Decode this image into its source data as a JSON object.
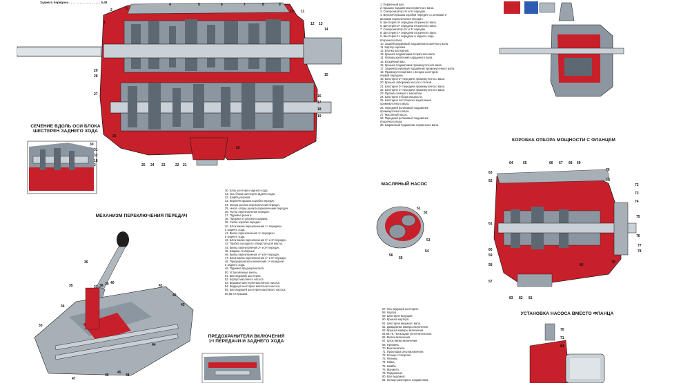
{
  "top_left_note": "Заднего передачи  . . . . . . . . . . . . . . . . . . 5,48",
  "captions": {
    "reverse_section": "СЕЧЕНИЕ ВДОЛЬ ОСИ БЛОКА ШЕСТЕРЕН ЗАДНЕГО ХОДА",
    "shift_mechanism": "МЕХАНИЗМ ПЕРЕКЛЮЧЕНИЯ ПЕРЕДАЧ",
    "safety_title": "ПРЕДОХРАНИТЕЛИ ВКЛЮЧЕНИЯ",
    "safety_subtitle": "1ᵒʲ ПЕРЕДАЧИ И ЗАДНЕГО ХОДА",
    "oil_pump": "МАСЛЯНЫЙ НАСОС",
    "pto_flange": "КОРОБКА ОТБОРА МОЩНОСТИ С ФЛАНЦЕМ",
    "pump_install": "УСТАНОВКА НАСОСА ВМЕСТО ФЛАНЦА"
  },
  "legend_1": [
    "1. Первичный вал.",
    "2. Крышка подшипника первичного вала.",
    "3. Синхронизатор 4ᵒʲ и 5ᵒʲ передач.",
    "4. Верхняя крышка коробки передач со штоками и",
    "   вилками переключения передач.",
    "5. Шестерня 3ᵒʲ передачи вторичного вала.",
    "6. Шестерня 2ᵒʲ передачи вторичного вала.",
    "7. Синхронизатор 2ᵒʲ и 3ᵒʲ передач.",
    "8. Шестерня 1ᵒʲ передачи вторичного вала.",
    "9. Шестерня 1ᵒʲ передачи и заднего хода",
    "   вторичного вала.",
    "10. Задний шариковый подшипник вторичного вала.",
    "11. Картер коробки.",
    "12. Втулка распорная.",
    "13. Крышка подшипника вторичного вала.",
    "14. Фланец крепления карданного вала.",
    "15. Вторичный вал.",
    "16. Крышка подшипника промежуточного вала.",
    "17. Задний роликовый подшипник промежуточного вала.",
    "18. Промежуточный вал с венцом шестерни",
    "    первой передачи.",
    "19. Шестерня 2ᵒʲ передачи промежуточного вала.",
    "20. Крышка заборника насоса с сеткой.",
    "21. Шестерня 3ᵒʲ передачи промежуточного вала.",
    "22. Шестерня 4ᵒʲ передачи промежуточного вала.",
    "23. Пробка сливная с магнитом.",
    "24. Шестерня отбора мощности.",
    "25. Шестерня постоянного зацепления",
    "    промежуточного вала.",
    "26. Передний роликовый подшипник",
    "    промежуточного вала.",
    "27. Масляный насос.",
    "28. Передний роликовый подшипник",
    "    вторичного вала.",
    "29. Шариковый подшипник первичного вала."
  ],
  "legend_2": [
    "30. Блок шестерен заднего хода.",
    "31. Ось блока шестерен заднего хода.",
    "32. Шайба упорная.",
    "33. Верхняя крышка коробки передач.",
    "34. Опора рычага переключения передач.",
    "35. Чехол опоры рычага переключения передач.",
    "36. Рычаг переключения передач.",
    "37. Пружина рычага.",
    "38. Пружина стопорного шарика.",
    "39. Скоба коробки передач.",
    "40. Шток вилки переключения 1ᵒʲ передачи",
    "    и заднего хода.",
    "41. Вилка переключения 1ᵒʲ передачи",
    "    и заднего хода.",
    "42. Шток вилки переключения 2ᵒʲ и 3ᵒʲ передач.",
    "43. Пробка холодного отверстия для масла.",
    "44. Вилка переключения 2ᵒʲ и 3ᵒʲ передач.",
    "45. Шарики стопорные.",
    "46. Вилка переключения 4ᵒʲ и 5ᵒʲ передач.",
    "47. Шток вилки переключения 4ᵒʲ и 5ᵒʲ передач.",
    "48. Предохранители включения 1ᵒʲ передачи",
    "    и заднего хода.",
    "49. Пружина предохранителя.",
    "50. Установочные винты.",
    "51. Вал ведомой шестерни.",
    "52. Корпус масляного насоса.",
    "53. Ведомая шестерня масляного насоса.",
    "54. Ведущая шестерня масляного насоса.",
    "55. Вал ведущей шестерни масляного насоса.",
    "56,65,73.Крышки."
  ],
  "legend_3": [
    "57. Ось ведущей шестерни.",
    "58. Картер.",
    "59. Шестерня ведущая.",
    "60. Крышка картера.",
    "61. Шестерня ведомого вала.",
    "62. Диафрагма камеры включения.",
    "63. Крышка камеры включения.",
    "64,69,78. Прокладки уплотнительные.",
    "65. Вилка включения.",
    "67. Шток вилки включения.",
    "68. Пружина.",
    "70. Выключатель.",
    "71. Прокладка регулировочная.",
    "72. Кольцо стопорное.",
    "73. Фланец.",
    "74. Гайка.",
    "75. Шайба.",
    "76. Манжета.",
    "79. Подшипник.",
    "80. Вал ведомый.",
    "81. Кольцо распорное подшипника."
  ],
  "part_numbers": {
    "main": [
      "2",
      "3",
      "4",
      "5",
      "6",
      "7",
      "8",
      "9",
      "10",
      "11",
      "12",
      "13",
      "14",
      "15",
      "16",
      "17",
      "18",
      "19",
      "20",
      "21",
      "22",
      "23",
      "24",
      "25",
      "26",
      "27",
      "28",
      "29",
      "1"
    ],
    "reverse": [
      "30",
      "31",
      "32",
      "18",
      "2"
    ],
    "shift": [
      "36",
      "35",
      "34",
      "33",
      "37",
      "38",
      "39",
      "40",
      "41",
      "42",
      "43",
      "44",
      "45",
      "46",
      "47",
      "48"
    ],
    "pump": [
      "51",
      "52",
      "53",
      "54",
      "55",
      "56"
    ],
    "pto": [
      "63",
      "62",
      "64",
      "65",
      "66",
      "67",
      "68",
      "69",
      "70",
      "71",
      "72",
      "73",
      "74",
      "75",
      "76",
      "77",
      "78",
      "79",
      "80",
      "81",
      "82",
      "83",
      "61",
      "60",
      "59",
      "58",
      "57"
    ],
    "install": [
      "70",
      "71",
      "84"
    ]
  },
  "colors": {
    "housing_red": "#c8202a",
    "steel_grey": "#8c96a0",
    "shaft_light": "#c9d0d6",
    "outline": "#1a1a1a",
    "bg": "#ffffff"
  }
}
